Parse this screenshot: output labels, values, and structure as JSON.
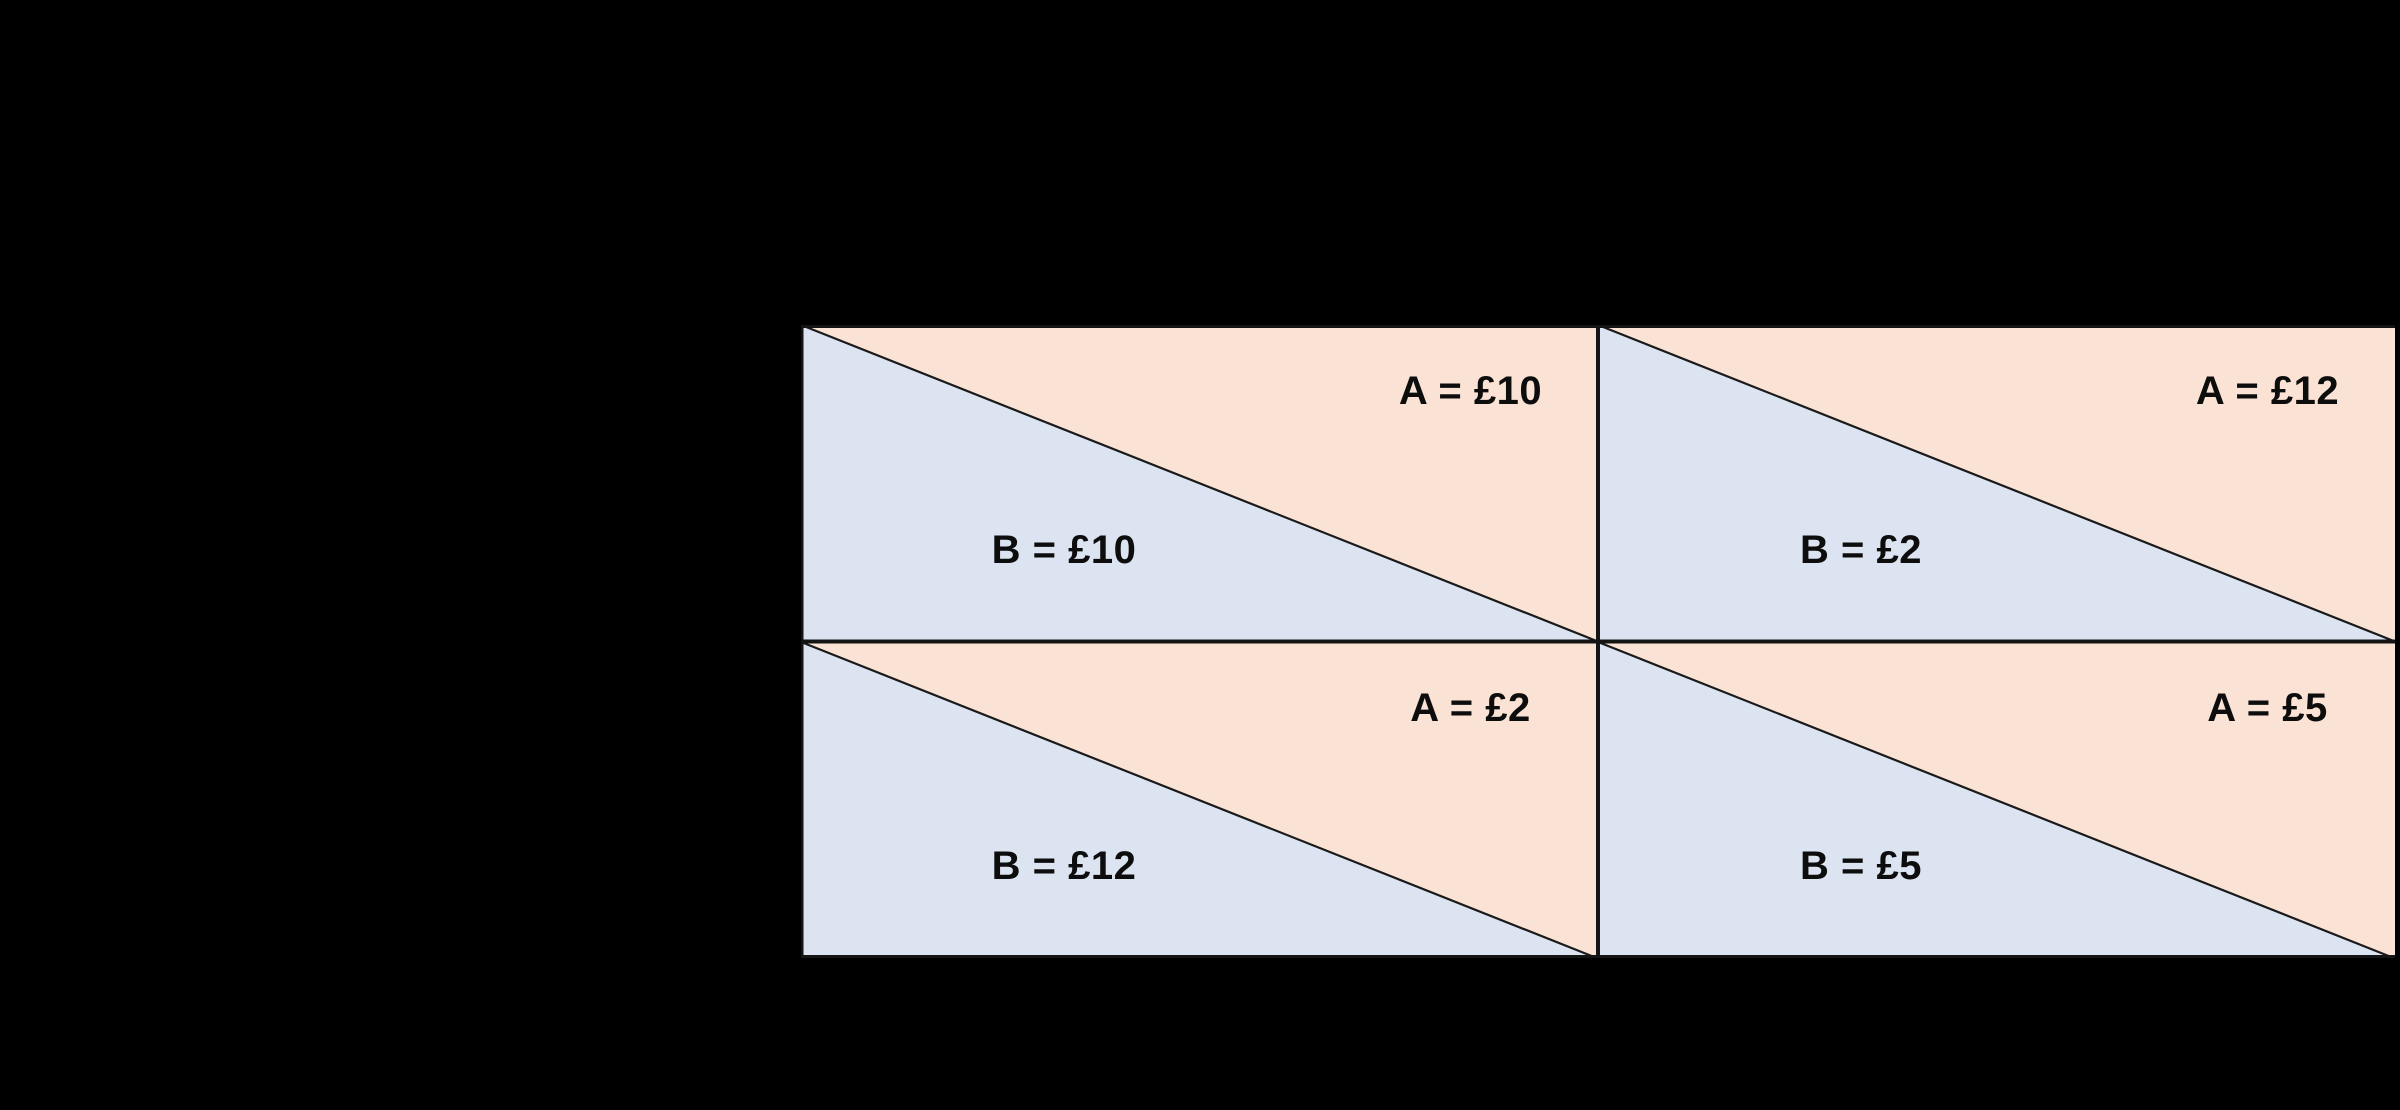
{
  "figure": {
    "kind": "payoff-matrix",
    "background_color": "#000000",
    "player_a_label": "A",
    "player_b_label": "B",
    "currency_symbol": "£",
    "equals_sign": "="
  },
  "colors": {
    "player_a_fill": "#FAE3D5",
    "player_b_fill": "#DCE3F1",
    "divider_stroke": "#141414",
    "diagonal_stroke": "#1a1a1a",
    "cell_edge": "#FFFFFF",
    "label_text": "#0d0d0d",
    "canvas": "#000000"
  },
  "chart_data": {
    "type": "table",
    "title": "",
    "xlabel": "",
    "ylabel": "",
    "grid": true,
    "legend_position": "none",
    "rows": 2,
    "cols": 2,
    "players": [
      "A",
      "B"
    ],
    "cells": [
      {
        "position": "top-left",
        "row": 0,
        "col": 0,
        "a_payoff_text": "A = £10",
        "b_payoff_text": "B = £10",
        "a_value": 10,
        "b_value": 10
      },
      {
        "position": "top-right",
        "row": 0,
        "col": 1,
        "a_payoff_text": "A = £12",
        "b_payoff_text": "B = £2",
        "a_value": 12,
        "b_value": 2
      },
      {
        "position": "bottom-left",
        "row": 1,
        "col": 0,
        "a_payoff_text": "A = £2",
        "b_payoff_text": "B = £12",
        "a_value": 2,
        "b_value": 12
      },
      {
        "position": "bottom-right",
        "row": 1,
        "col": 1,
        "a_payoff_text": "A = £5",
        "b_payoff_text": "B = £5",
        "a_value": 5,
        "b_value": 5
      }
    ]
  }
}
